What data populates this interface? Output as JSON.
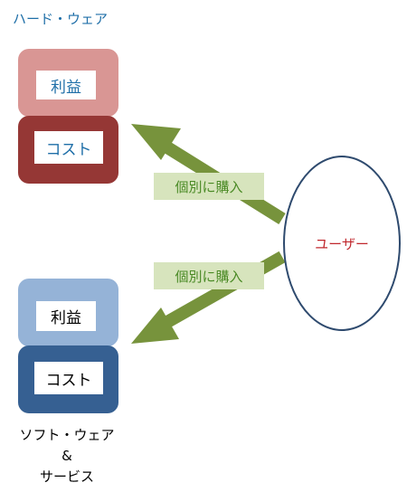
{
  "hardware": {
    "title": "ハード・ウェア",
    "profit_label": "利益",
    "cost_label": "コスト",
    "colors": {
      "profit": "#d99694",
      "cost": "#953735",
      "title": "#1f6fa8"
    }
  },
  "software": {
    "caption_line1": "ソフト・ウェア",
    "caption_line2": "&",
    "caption_line3": "サービス",
    "profit_label": "利益",
    "cost_label": "コスト",
    "colors": {
      "profit": "#95b3d7",
      "cost": "#366092"
    }
  },
  "arrows": {
    "top_label": "個別に購入",
    "bottom_label": "個別に購入",
    "color": "#77933c",
    "label_bg": "#d7e4bd"
  },
  "user": {
    "label": "ユーザー",
    "label_color": "#c0272d",
    "border_color": "#2e4a6e"
  }
}
